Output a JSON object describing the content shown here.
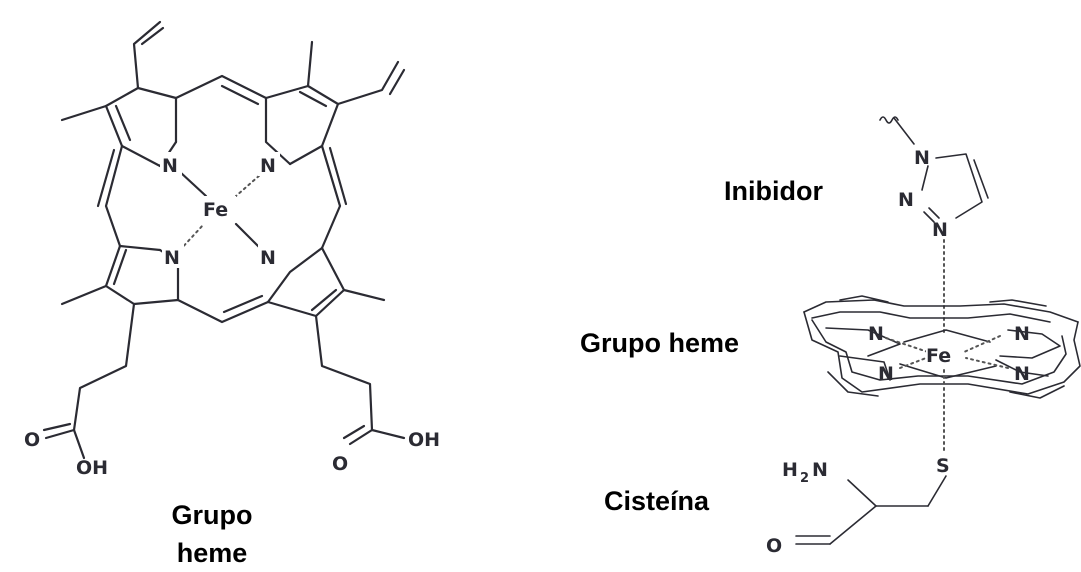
{
  "left_structure": {
    "caption_line1": "Grupo",
    "caption_line2": "heme",
    "atoms": {
      "N_top_left": "N",
      "N_top_right": "N",
      "N_bottom_left": "N",
      "N_bottom_right": "N",
      "Fe": "Fe",
      "O_left": "O",
      "OH_left": "OH",
      "O_right": "O",
      "OH_right": "OH"
    }
  },
  "right_structure": {
    "labels": {
      "inhibitor": "Inibidor",
      "heme": "Grupo heme",
      "cysteine": "Cisteína"
    },
    "atoms": {
      "triazole_N1": "N",
      "triazole_N2": "N",
      "triazole_N3": "N",
      "heme_N_tl": "N",
      "heme_N_tr": "N",
      "heme_N_bl": "N",
      "heme_N_br": "N",
      "Fe": "Fe",
      "S": "S",
      "H2N_H": "H",
      "H2N_sub": "2",
      "H2N_N": "N",
      "O": "O"
    }
  },
  "colors": {
    "bond": "#2b2b33",
    "label": "#000000",
    "background": "#ffffff"
  }
}
